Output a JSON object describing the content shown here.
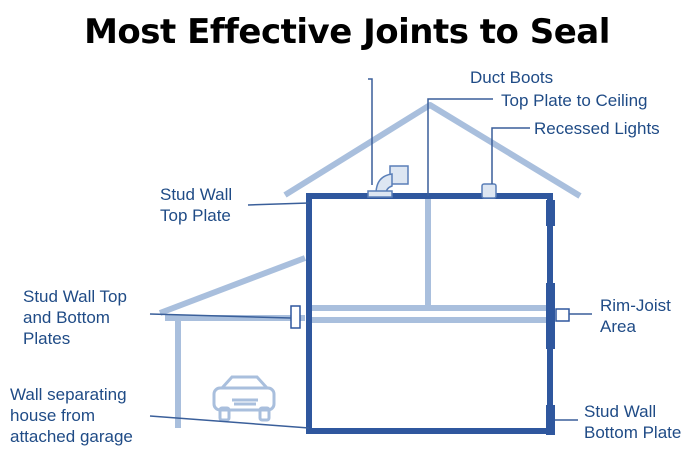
{
  "title": "Most Effective Joints to Seal",
  "labels": {
    "duct_boots": "Duct Boots",
    "top_plate_ceiling": "Top Plate to Ceiling",
    "recessed_lights": "Recessed Lights",
    "stud_wall_top_plate": "Stud Wall\nTop Plate",
    "stud_wall_top_bottom": "Stud Wall Top\nand Bottom\nPlates",
    "rim_joist": "Rim-Joist\nArea",
    "wall_separating": "Wall separating\nhouse from\nattached garage",
    "stud_wall_bottom_plate": "Stud Wall\nBottom Plate"
  },
  "colors": {
    "house_outline": "#2f579e",
    "light_structure": "#a9bfdd",
    "label_text": "#1f4b86",
    "leader_line": "#3a5f9a"
  },
  "icons": [
    "duct-boot-icon",
    "recessed-light-icon",
    "car-icon"
  ]
}
